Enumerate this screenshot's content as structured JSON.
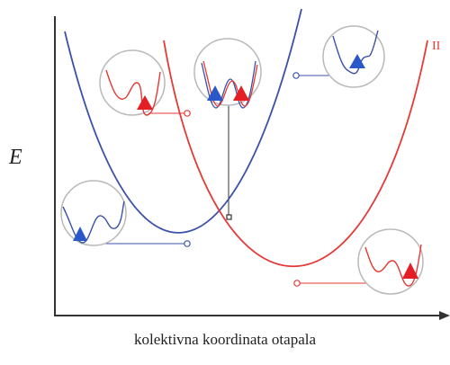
{
  "axes": {
    "y_label": "E",
    "x_label": "kolektivna koordinata otapala"
  },
  "curves": [
    {
      "id": "blue",
      "label": "",
      "color": "#3b52a8"
    },
    {
      "id": "red",
      "label": "II",
      "color": "#e53935"
    }
  ],
  "states": [
    {
      "name": "reactant-blue-minimum",
      "curve": "blue",
      "particles": [
        "blue"
      ]
    },
    {
      "name": "product-red-minimum",
      "curve": "red",
      "particles": [
        "red"
      ]
    },
    {
      "name": "crossing-point",
      "curve": "both",
      "particles": [
        "blue",
        "red"
      ]
    },
    {
      "name": "blue-excited",
      "curve": "blue",
      "particles": [
        "blue"
      ]
    },
    {
      "name": "red-excited",
      "curve": "red",
      "particles": [
        "red"
      ]
    }
  ],
  "colors": {
    "blue": "#2a57c9",
    "red": "#e31e24",
    "circle": "#b9b9b9",
    "axis": "#333333"
  }
}
